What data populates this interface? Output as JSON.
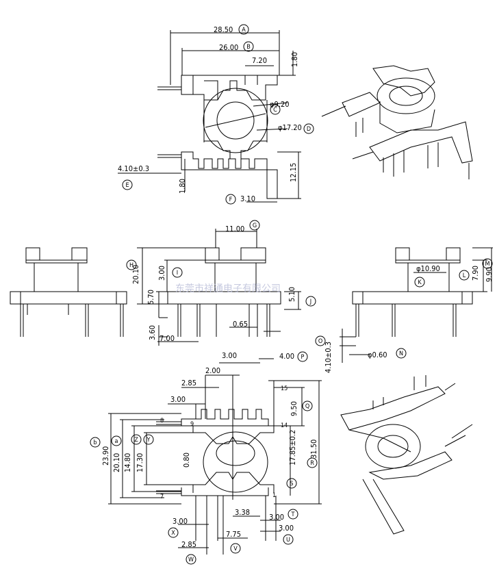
{
  "watermark": "东莞市祥通电子有限公司",
  "dimensions": [
    {
      "id": "A",
      "value": "28.50"
    },
    {
      "id": "B",
      "value": "26.00"
    },
    {
      "id": "C",
      "value": "φ9.20"
    },
    {
      "id": "D",
      "value": "φ17.20"
    },
    {
      "id": "E",
      "value": "4.10±0.3"
    },
    {
      "id": "F",
      "value": "3.10"
    },
    {
      "id": "G",
      "value": "11.00"
    },
    {
      "id": "H",
      "value": "20.10"
    },
    {
      "id": "I",
      "value": "3.00"
    },
    {
      "id": "J",
      "value": "5.10"
    },
    {
      "id": "K",
      "value": "φ10.90"
    },
    {
      "id": "L",
      "value": "7.90"
    },
    {
      "id": "M",
      "value": "9.90"
    },
    {
      "id": "N",
      "value": "φ0.60"
    },
    {
      "id": "O",
      "value": "4.10±0.3"
    },
    {
      "id": "P",
      "value": "4.00"
    },
    {
      "id": "Q",
      "value": "9.50"
    },
    {
      "id": "R",
      "value": "31.50"
    },
    {
      "id": "S",
      "value": "17.85±0.2"
    },
    {
      "id": "T",
      "value": "3.00"
    },
    {
      "id": "U",
      "value": "3.00"
    },
    {
      "id": "V",
      "value": "7.75"
    },
    {
      "id": "W",
      "value": "2.85"
    },
    {
      "id": "X",
      "value": "3.00"
    },
    {
      "id": "Y",
      "value": "17.30"
    },
    {
      "id": "Z",
      "value": "14.80"
    },
    {
      "id": "a",
      "value": "20.10"
    },
    {
      "id": "b",
      "value": "23.90"
    }
  ],
  "plain_dimensions": [
    "7.20",
    "1.80",
    "1.80",
    "12.15",
    "5.70",
    "3.60",
    "7.00",
    "0.65",
    "3.00",
    "2.00",
    "2.85",
    "3.00",
    "0.80",
    "3.38"
  ],
  "pin_numbers": [
    "8",
    "9",
    "7",
    "1",
    "15",
    "14"
  ]
}
